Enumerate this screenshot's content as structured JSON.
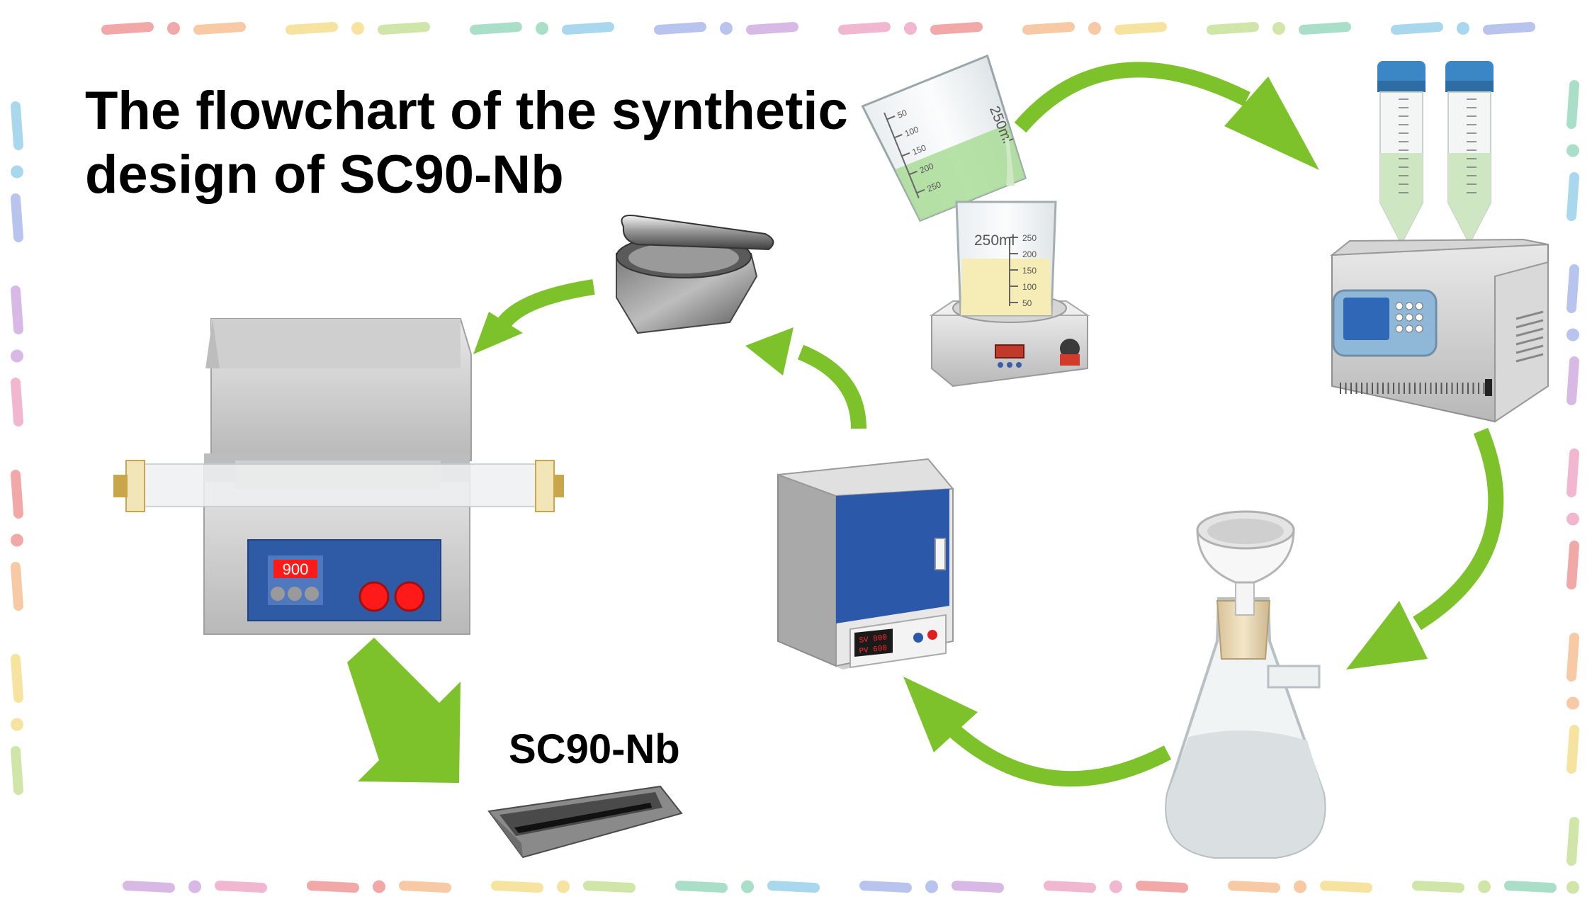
{
  "title": {
    "line1": "The flowchart of the synthetic",
    "line2": "design of SC90-Nb"
  },
  "product_label": "SC90-Nb",
  "beaker": {
    "volume_label": "250ml",
    "tick_labels": [
      "250",
      "200",
      "150",
      "100",
      "50"
    ]
  },
  "pour_beaker": {
    "volume_label": "250ml",
    "tick_labels": [
      "50",
      "100",
      "150",
      "200",
      "250"
    ]
  },
  "tube_furnace": {
    "temperature_display": "900"
  },
  "drying_oven": {
    "display_lines": [
      "SV 800",
      "PV 600"
    ]
  },
  "colors": {
    "arrow_green": "#7dc12b",
    "furnace_panel_blue": "#2f5aa6",
    "oven_door_blue": "#2b58a8",
    "display_red": "#ff1a1a",
    "liquid_green": "#a9dc98",
    "liquid_yellow": "#f6ecb6"
  },
  "icons": [
    "pouring-beaker-icon",
    "centrifuge-tubes-icon",
    "magnetic-stirrer-icon",
    "centrifuge-icon",
    "filtration-flask-icon",
    "drying-oven-icon",
    "mortar-pestle-icon",
    "tube-furnace-icon",
    "boat-crucible-icon"
  ]
}
